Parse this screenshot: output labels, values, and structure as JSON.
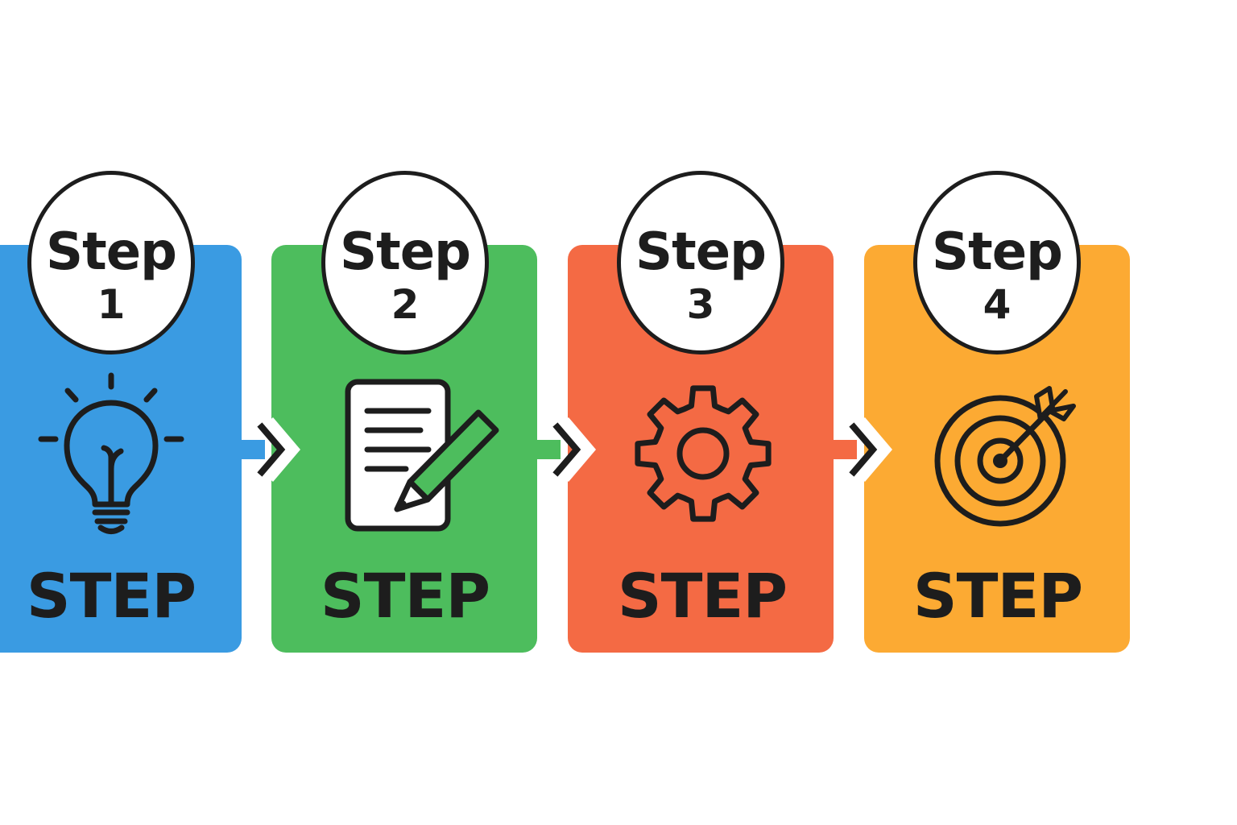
{
  "colors": {
    "step1": "#3a9be2",
    "step2": "#4dbd5d",
    "step3": "#f46a44",
    "step4": "#fcaa33",
    "stroke": "#1d1d1d",
    "background": "#ffffff"
  },
  "steps": [
    {
      "badge_word": "Step",
      "badge_number": "1",
      "label": "STEP",
      "icon": "lightbulb-icon"
    },
    {
      "badge_word": "Step",
      "badge_number": "2",
      "label": "STEP",
      "icon": "document-pencil-icon"
    },
    {
      "badge_word": "Step",
      "badge_number": "3",
      "label": "STEP",
      "icon": "gear-icon"
    },
    {
      "badge_word": "Step",
      "badge_number": "4",
      "label": "STEP",
      "icon": "target-arrow-icon"
    }
  ],
  "connectors": [
    {
      "icon": "chevron-right-icon"
    },
    {
      "icon": "chevron-right-icon"
    },
    {
      "icon": "chevron-right-icon"
    }
  ]
}
